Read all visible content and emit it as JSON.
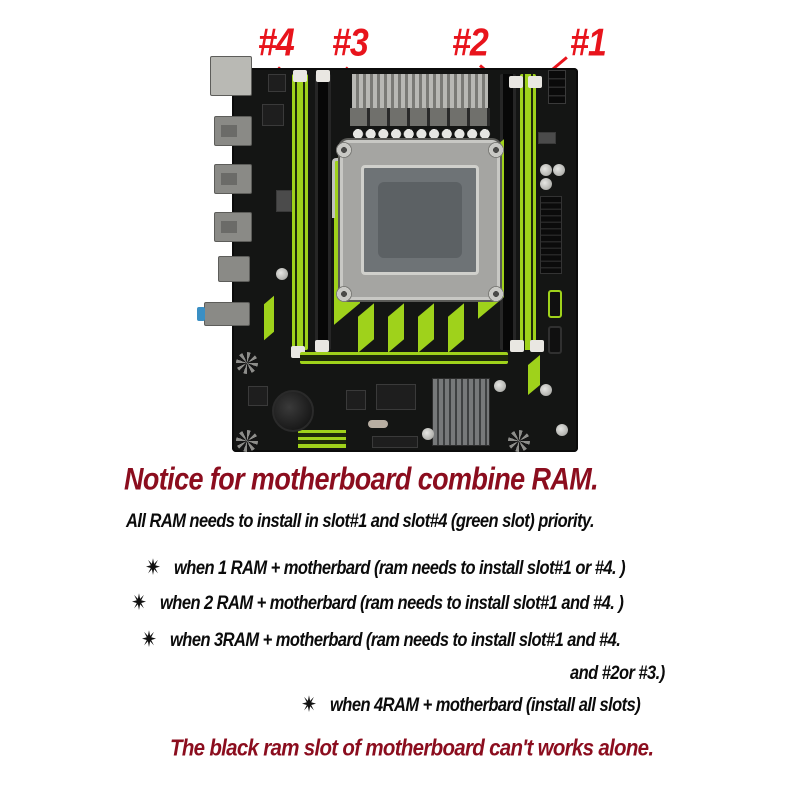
{
  "image": {
    "subject": "X79 motherboard photo with RAM slot labels",
    "slot_labels": [
      {
        "id": "slot4",
        "text": "#4",
        "color": "#e8141c",
        "slot_color": "green"
      },
      {
        "id": "slot3",
        "text": "#3",
        "color": "#e8141c",
        "slot_color": "black"
      },
      {
        "id": "slot2",
        "text": "#2",
        "color": "#e8141c",
        "slot_color": "black"
      },
      {
        "id": "slot1",
        "text": "#1",
        "color": "#e8141c",
        "slot_color": "green"
      }
    ],
    "board_colors": {
      "pcb": "#141514",
      "accent_green": "#9fd21b",
      "black_slot": "#070707"
    }
  },
  "notice": {
    "title": "Notice for motherboard combine RAM.",
    "title_color": "#8b0d1e",
    "intro": "All RAM needs to install in slot#1 and  slot#4 (green slot) priority.",
    "rules": [
      {
        "bullet_icon": "starburst-icon",
        "text": "when 1 RAM + motherbard (ram needs to install  slot#1 or  #4. )"
      },
      {
        "bullet_icon": "starburst-icon",
        "text": "when 2 RAM + motherbard (ram needs to install  slot#1 and  #4. )"
      },
      {
        "bullet_icon": "starburst-icon",
        "text": "when 3RAM + motherbard (ram needs to install  slot#1 and  #4.",
        "continuation": "and #2or #3.)"
      },
      {
        "bullet_icon": "starburst-icon",
        "text": "when 4RAM + motherbard (install all slots)"
      }
    ],
    "warning": "The black ram slot of motherboard can't  works  alone.",
    "warning_color": "#8b0d1e"
  }
}
